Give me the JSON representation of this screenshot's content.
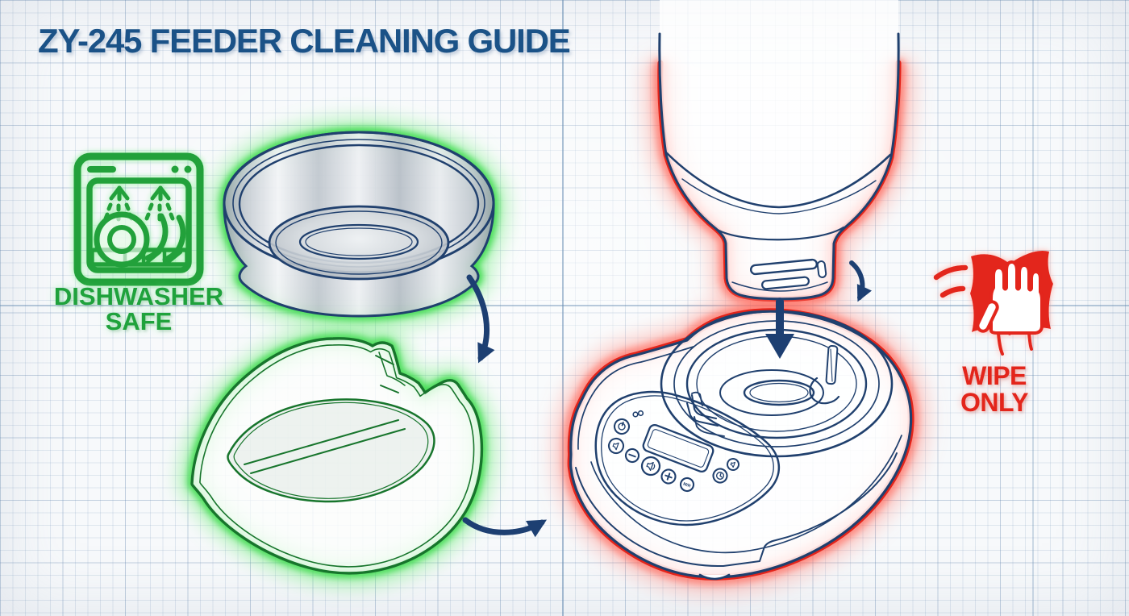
{
  "title": "ZY-245 FEEDER CLEANING GUIDE",
  "badges": {
    "dishwasher_safe": {
      "line1": "DISHWASHER",
      "line2": "SAFE",
      "color": "#1fa23c",
      "icon": "dishwasher-icon"
    },
    "wipe_only": {
      "line1": "WIPE",
      "line2": "ONLY",
      "color": "#e3251b",
      "icon": "hand-wipe-cloth-icon"
    }
  },
  "parts": [
    {
      "name": "stainless-steel-bowl",
      "cleaning": "dishwasher safe",
      "highlight_glow": "green"
    },
    {
      "name": "bowl-holder-tray",
      "cleaning": "dishwasher safe",
      "highlight_glow": "green"
    },
    {
      "name": "food-hopper",
      "cleaning": "wipe only",
      "highlight_glow": "red"
    },
    {
      "name": "feeder-base-unit",
      "cleaning": "wipe only",
      "highlight_glow": "red"
    }
  ],
  "flow_arrows": [
    {
      "name": "bowl-to-tray-arrow",
      "from": "stainless-steel-bowl",
      "to": "bowl-holder-tray"
    },
    {
      "name": "tray-to-base-arrow",
      "from": "bowl-holder-tray",
      "to": "feeder-base-unit"
    },
    {
      "name": "hopper-into-base-arrow",
      "from": "food-hopper",
      "to": "feeder-base-unit"
    },
    {
      "name": "hopper-lower-arrow",
      "from": "food-hopper",
      "to": "feeder-base-unit"
    }
  ],
  "colors": {
    "title_blue": "#1b5287",
    "safe_green": "#1fa23c",
    "glow_green": "#3fdb4f",
    "wipe_red": "#e3251b",
    "glow_red": "#ff5f52",
    "line_navy": "#20406e",
    "paper": "#f7f9fb",
    "grid_blue": "#aac1d8"
  }
}
